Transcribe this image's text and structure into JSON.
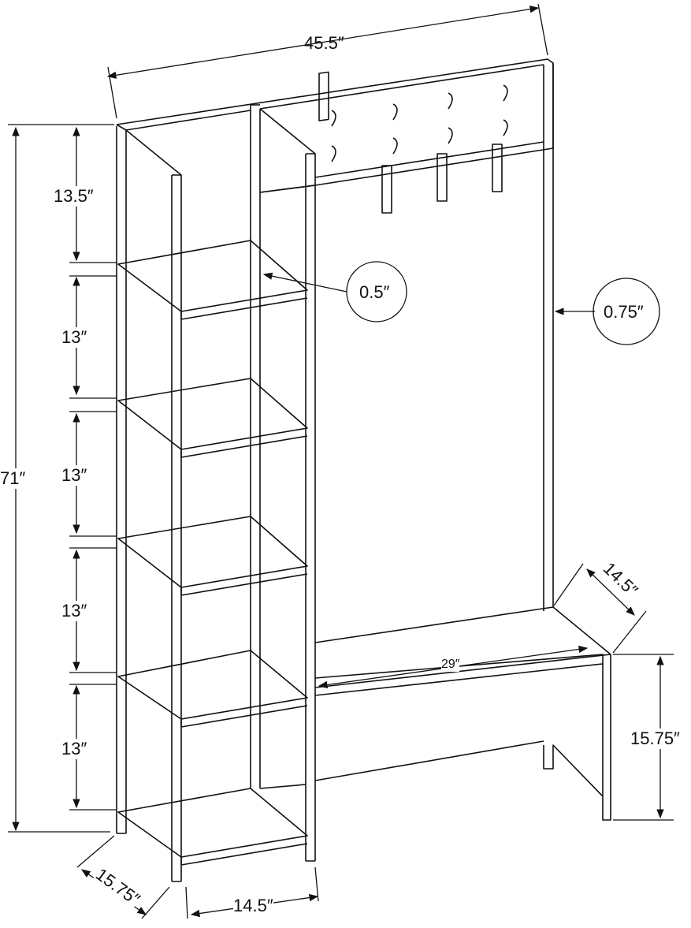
{
  "title": "Hall tree with shelves and bench - dimension diagram",
  "dimensions": {
    "overall_width": "45.5″",
    "overall_height": "71″",
    "top_shelf_gap": "13.5″",
    "shelf_gaps": [
      "13″",
      "13″",
      "13″",
      "13″"
    ],
    "shelf_thickness": "0.5″",
    "frame_thickness": "0.75″",
    "bench_depth": "14.5″",
    "bench_width": "29″",
    "bench_height": "15.75″",
    "tower_depth": "15.75″",
    "tower_width": "14.5″"
  },
  "hooks_count": 4
}
